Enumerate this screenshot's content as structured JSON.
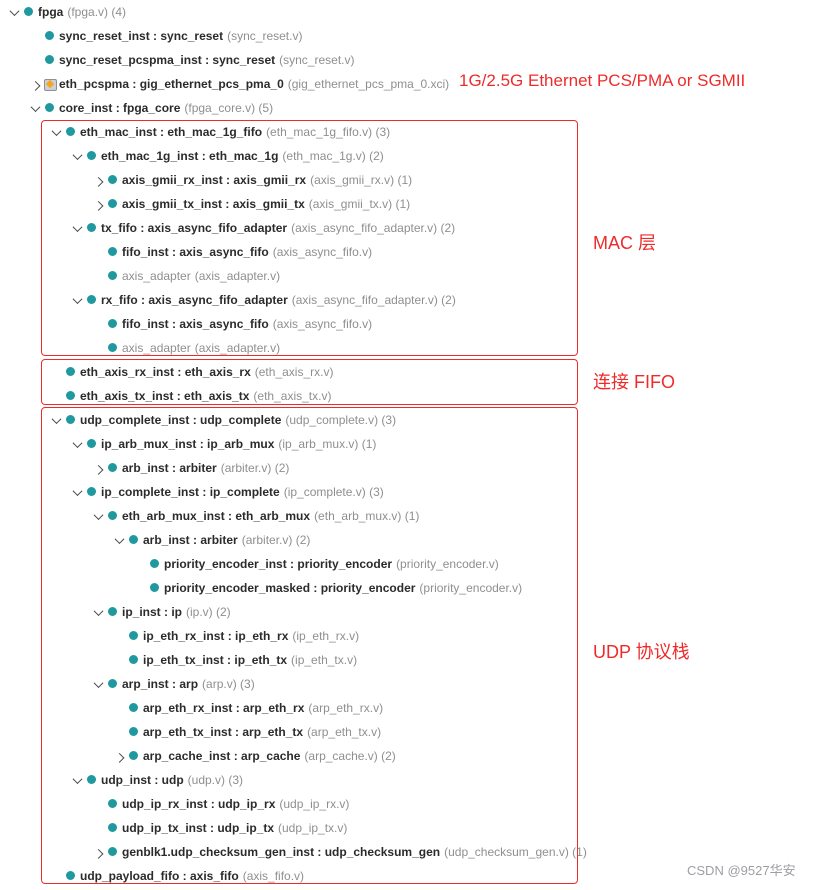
{
  "colors": {
    "annotation_red": "#ee2b2b",
    "module_icon_teal": "#1f98a0",
    "text_dark": "#2b2b2b",
    "text_gray": "#8f8f8f"
  },
  "tree": {
    "rows": [
      {
        "level": 0,
        "arrow": "down",
        "icon": "circle",
        "name": "fpga",
        "file": "fpga.v",
        "count": 4
      },
      {
        "level": 1,
        "icon": "circle",
        "name": "sync_reset_inst",
        "module": "sync_reset",
        "file": "sync_reset.v"
      },
      {
        "level": 1,
        "icon": "circle",
        "name": "sync_reset_pcspma_inst",
        "module": "sync_reset",
        "file": "sync_reset.v"
      },
      {
        "level": 1,
        "arrow": "right",
        "icon": "ip",
        "name": "eth_pcspma",
        "module": "gig_ethernet_pcs_pma_0",
        "file": "gig_ethernet_pcs_pma_0.xci"
      },
      {
        "level": 1,
        "arrow": "down",
        "icon": "circle",
        "name": "core_inst",
        "module": "fpga_core",
        "file": "fpga_core.v",
        "count": 5
      },
      {
        "level": 2,
        "arrow": "down",
        "icon": "circle",
        "name": "eth_mac_inst",
        "module": "eth_mac_1g_fifo",
        "file": "eth_mac_1g_fifo.v",
        "count": 3
      },
      {
        "level": 3,
        "arrow": "down",
        "icon": "circle",
        "name": "eth_mac_1g_inst",
        "module": "eth_mac_1g",
        "file": "eth_mac_1g.v",
        "count": 2
      },
      {
        "level": 4,
        "arrow": "right",
        "icon": "circle",
        "name": "axis_gmii_rx_inst",
        "module": "axis_gmii_rx",
        "file": "axis_gmii_rx.v",
        "count": 1
      },
      {
        "level": 4,
        "arrow": "right",
        "icon": "circle",
        "name": "axis_gmii_tx_inst",
        "module": "axis_gmii_tx",
        "file": "axis_gmii_tx.v",
        "count": 1
      },
      {
        "level": 3,
        "arrow": "down",
        "icon": "circle",
        "name": "tx_fifo",
        "module": "axis_async_fifo_adapter",
        "file": "axis_async_fifo_adapter.v",
        "count": 2
      },
      {
        "level": 4,
        "icon": "circle",
        "name": "fifo_inst",
        "module": "axis_async_fifo",
        "file": "axis_async_fifo.v"
      },
      {
        "level": 4,
        "icon": "circle",
        "name": "axis_adapter",
        "file": "axis_adapter.v",
        "dim": true
      },
      {
        "level": 3,
        "arrow": "down",
        "icon": "circle",
        "name": "rx_fifo",
        "module": "axis_async_fifo_adapter",
        "file": "axis_async_fifo_adapter.v",
        "count": 2
      },
      {
        "level": 4,
        "icon": "circle",
        "name": "fifo_inst",
        "module": "axis_async_fifo",
        "file": "axis_async_fifo.v"
      },
      {
        "level": 4,
        "icon": "circle",
        "name": "axis_adapter",
        "file": "axis_adapter.v",
        "dim": true
      },
      {
        "level": 2,
        "icon": "circle",
        "name": "eth_axis_rx_inst",
        "module": "eth_axis_rx",
        "file": "eth_axis_rx.v"
      },
      {
        "level": 2,
        "icon": "circle",
        "name": "eth_axis_tx_inst",
        "module": "eth_axis_tx",
        "file": "eth_axis_tx.v"
      },
      {
        "level": 2,
        "arrow": "down",
        "icon": "circle",
        "name": "udp_complete_inst",
        "module": "udp_complete",
        "file": "udp_complete.v",
        "count": 3
      },
      {
        "level": 3,
        "arrow": "down",
        "icon": "circle",
        "name": "ip_arb_mux_inst",
        "module": "ip_arb_mux",
        "file": "ip_arb_mux.v",
        "count": 1
      },
      {
        "level": 4,
        "arrow": "right",
        "icon": "circle",
        "name": "arb_inst",
        "module": "arbiter",
        "file": "arbiter.v",
        "count": 2
      },
      {
        "level": 3,
        "arrow": "down",
        "icon": "circle",
        "name": "ip_complete_inst",
        "module": "ip_complete",
        "file": "ip_complete.v",
        "count": 3
      },
      {
        "level": 4,
        "arrow": "down",
        "icon": "circle",
        "name": "eth_arb_mux_inst",
        "module": "eth_arb_mux",
        "file": "eth_arb_mux.v",
        "count": 1
      },
      {
        "level": 5,
        "arrow": "down",
        "icon": "circle",
        "name": "arb_inst",
        "module": "arbiter",
        "file": "arbiter.v",
        "count": 2
      },
      {
        "level": 6,
        "icon": "circle",
        "name": "priority_encoder_inst",
        "module": "priority_encoder",
        "file": "priority_encoder.v"
      },
      {
        "level": 6,
        "icon": "circle",
        "name": "priority_encoder_masked",
        "module": "priority_encoder",
        "file": "priority_encoder.v"
      },
      {
        "level": 4,
        "arrow": "down",
        "icon": "circle",
        "name": "ip_inst",
        "module": "ip",
        "file": "ip.v",
        "count": 2
      },
      {
        "level": 5,
        "icon": "circle",
        "name": "ip_eth_rx_inst",
        "module": "ip_eth_rx",
        "file": "ip_eth_rx.v"
      },
      {
        "level": 5,
        "icon": "circle",
        "name": "ip_eth_tx_inst",
        "module": "ip_eth_tx",
        "file": "ip_eth_tx.v"
      },
      {
        "level": 4,
        "arrow": "down",
        "icon": "circle",
        "name": "arp_inst",
        "module": "arp",
        "file": "arp.v",
        "count": 3
      },
      {
        "level": 5,
        "icon": "circle",
        "name": "arp_eth_rx_inst",
        "module": "arp_eth_rx",
        "file": "arp_eth_rx.v"
      },
      {
        "level": 5,
        "icon": "circle",
        "name": "arp_eth_tx_inst",
        "module": "arp_eth_tx",
        "file": "arp_eth_tx.v"
      },
      {
        "level": 5,
        "arrow": "right",
        "icon": "circle",
        "name": "arp_cache_inst",
        "module": "arp_cache",
        "file": "arp_cache.v",
        "count": 2
      },
      {
        "level": 3,
        "arrow": "down",
        "icon": "circle",
        "name": "udp_inst",
        "module": "udp",
        "file": "udp.v",
        "count": 3
      },
      {
        "level": 4,
        "icon": "circle",
        "name": "udp_ip_rx_inst",
        "module": "udp_ip_rx",
        "file": "udp_ip_rx.v"
      },
      {
        "level": 4,
        "icon": "circle",
        "name": "udp_ip_tx_inst",
        "module": "udp_ip_tx",
        "file": "udp_ip_tx.v"
      },
      {
        "level": 4,
        "arrow": "right",
        "icon": "circle",
        "name": "genblk1.udp_checksum_gen_inst",
        "module": "udp_checksum_gen",
        "file": "udp_checksum_gen.v",
        "count": 1
      },
      {
        "level": 2,
        "icon": "circle",
        "name": "udp_payload_fifo",
        "module": "axis_fifo",
        "file": "axis_fifo.v"
      }
    ]
  },
  "annotations": {
    "pcspma": "1G/2.5G Ethernet PCS/PMA or SGMII",
    "mac": "MAC 层",
    "fifo": "连接 FIFO",
    "udp": "UDP 协议栈"
  },
  "watermark": "CSDN @9527华安"
}
